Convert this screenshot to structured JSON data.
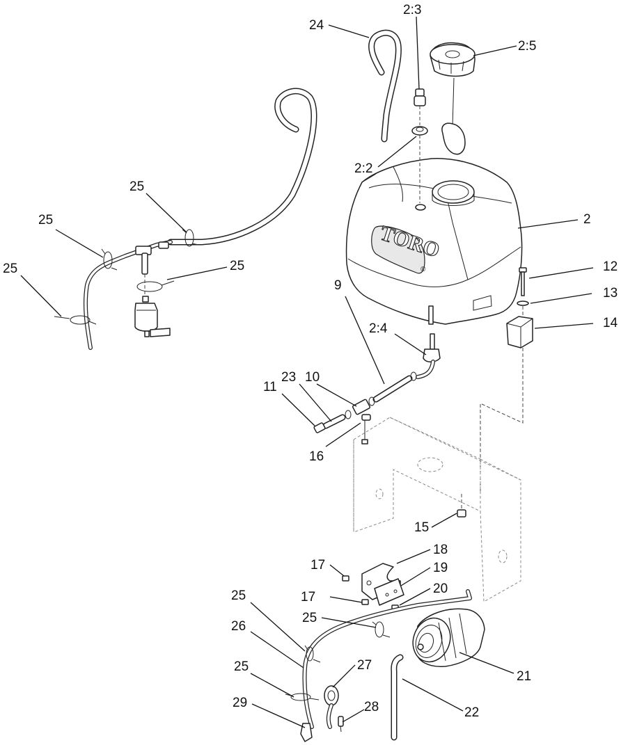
{
  "callouts": [
    {
      "id": "c-2-3",
      "text": "2:3"
    },
    {
      "id": "c-24",
      "text": "24"
    },
    {
      "id": "c-2-5",
      "text": "2:5"
    },
    {
      "id": "c-2-2",
      "text": "2:2"
    },
    {
      "id": "c-25-a",
      "text": "25"
    },
    {
      "id": "c-2",
      "text": "2"
    },
    {
      "id": "c-25-b",
      "text": "25"
    },
    {
      "id": "c-25-c",
      "text": "25"
    },
    {
      "id": "c-25-d",
      "text": "25"
    },
    {
      "id": "c-12",
      "text": "12"
    },
    {
      "id": "c-13",
      "text": "13"
    },
    {
      "id": "c-14",
      "text": "14"
    },
    {
      "id": "c-2-4",
      "text": "2:4"
    },
    {
      "id": "c-9",
      "text": "9"
    },
    {
      "id": "c-10",
      "text": "10"
    },
    {
      "id": "c-23",
      "text": "23"
    },
    {
      "id": "c-11",
      "text": "11"
    },
    {
      "id": "c-16",
      "text": "16"
    },
    {
      "id": "c-15",
      "text": "15"
    },
    {
      "id": "c-18",
      "text": "18"
    },
    {
      "id": "c-17-a",
      "text": "17"
    },
    {
      "id": "c-19",
      "text": "19"
    },
    {
      "id": "c-20",
      "text": "20"
    },
    {
      "id": "c-17-b",
      "text": "17"
    },
    {
      "id": "c-25-e",
      "text": "25"
    },
    {
      "id": "c-25-f",
      "text": "25"
    },
    {
      "id": "c-26",
      "text": "26"
    },
    {
      "id": "c-21",
      "text": "21"
    },
    {
      "id": "c-27",
      "text": "27"
    },
    {
      "id": "c-25-g",
      "text": "25"
    },
    {
      "id": "c-28",
      "text": "28"
    },
    {
      "id": "c-22",
      "text": "22"
    },
    {
      "id": "c-29",
      "text": "29"
    }
  ],
  "tank_brand": "TORO",
  "tank_brand_mark": "®"
}
